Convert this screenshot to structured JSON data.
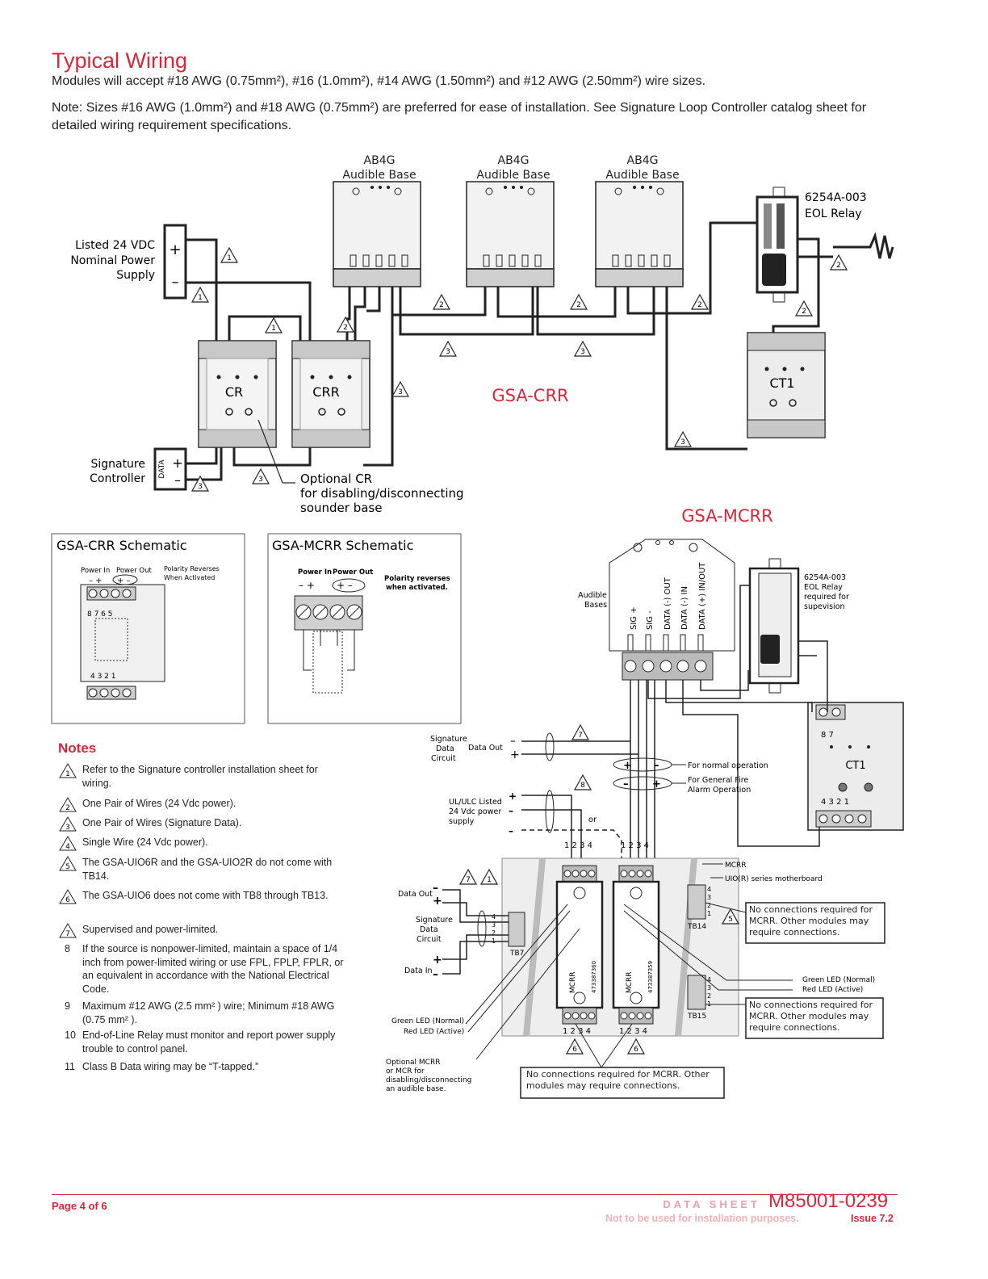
{
  "header": {
    "title": "Typical Wiring",
    "intro1": "Modules will accept #18 AWG (0.75mm²), #16 (1.0mm²), #14 AWG (1.50mm²) and #12 AWG (2.50mm²) wire sizes.",
    "intro2": "Note: Sizes #16 AWG (1.0mm²) and #18 AWG (0.75mm²) are preferred for ease of installation. See Signature Loop Controller catalog sheet for detailed wiring requirement specifications."
  },
  "crr_diagram": {
    "title": "GSA-CRR",
    "base_model": "AB4G",
    "base_name": "Audible Base",
    "eol_model": "6254A-003",
    "eol_name": "EOL Relay",
    "psu_l1": "Listed 24 VDC",
    "psu_l2": "Nominal Power",
    "psu_l3": "Supply",
    "sig_l1": "Signature",
    "sig_l2": "Controller",
    "data": "DATA",
    "cr": "CR",
    "crr": "CRR",
    "ct1": "CT1",
    "opt_l1": "Optional CR",
    "opt_l2": "for disabling/disconnecting",
    "opt_l3": "sounder base",
    "plus": "+",
    "minus": "–"
  },
  "crr_schematic": {
    "title": "GSA-CRR Schematic",
    "power_in": "Power In",
    "power_out": "Power Out",
    "polarity": "Polarity Reverses",
    "polarity2": "When Activated",
    "top_nums": "8   7     6   5",
    "bot_nums": "4   3   2   1"
  },
  "mcrr_schematic": {
    "title": "GSA-MCRR Schematic",
    "power_in": "Power In",
    "power_out": "Power Out",
    "polarity": "Polarity reverses",
    "polarity2": "when activated."
  },
  "mcrr_diagram": {
    "title": "GSA-MCRR",
    "audible": "Audible",
    "bases": "Bases",
    "term_labels": [
      "SIG +",
      "SIG -",
      "DATA (-) OUT",
      "DATA (-) IN",
      "DATA (+) IN/OUT"
    ],
    "eol_l1": "6254A-003",
    "eol_l2": "EOL Relay",
    "eol_l3": "required for",
    "eol_l4": "supevision",
    "ct1": "CT1",
    "ct1_top": "8   7",
    "ct1_bot": "4   3   2   1",
    "sdc_l1": "Signature",
    "sdc_l2": "Data",
    "sdc_l3": "Circuit",
    "data_out": "Data Out",
    "normal_op": "For normal operation",
    "general_l1": "For General Fire",
    "general_l2": "Alarm Operation",
    "ul_l1": "UL/ULC Listed",
    "ul_l2": "24 Vdc power",
    "ul_l3": "supply",
    "or": "or",
    "nums": "1 2 3 4",
    "mcrr": "MCRR",
    "uio": "UIO(R) series motherboard",
    "tb14": "TB14",
    "tb15": "TB15",
    "tb7": "TB7",
    "no_conn1": "No connections required for MCRR. Other modules may require connections.",
    "no_conn2": "No connections required for MCRR. Other modules may require connections.",
    "no_conn3": "No connections required for MCRR. Other modules may require connections.",
    "green_led": "Green LED (Normal)",
    "red_led": "Red LED (Active)",
    "data_in": "Data In",
    "opt_l1": "Optional MCRR",
    "opt_l2": "or MCR for",
    "opt_l3": "disabling/disconnecting",
    "opt_l4": "an audible base.",
    "part1": "473387360",
    "part2": "473387359"
  },
  "notes": {
    "title": "Notes",
    "items": [
      {
        "mark": "1",
        "text": "Refer to the Signature controller installation sheet for wiring."
      },
      {
        "mark": "2",
        "text": "One Pair of Wires (24 Vdc power)."
      },
      {
        "mark": "3",
        "text": "One Pair of Wires (Signature Data)."
      },
      {
        "mark": "4",
        "text": "Single Wire (24 Vdc power)."
      },
      {
        "mark": "5",
        "text": "The GSA-UIO6R and the GSA-UIO2R do not come with TB14."
      },
      {
        "mark": "6",
        "text": "The GSA-UIO6 does not come with TB8 through TB13."
      },
      {
        "mark": "7",
        "text": "Supervised and power-limited."
      },
      {
        "mark": "8",
        "text": "If the source is nonpower-limited, maintain a space of 1/4 inch from power-limited wiring or use FPL, FPLP, FPLR, or an equivalent in accordance with the National Electrical Code."
      },
      {
        "mark": "9",
        "text": "Maximum #12 AWG (2.5 mm² ) wire; Minimum  #18 AWG (0.75 mm² )."
      },
      {
        "mark": "10",
        "text": "End-of-Line Relay must monitor and report power supply trouble to control panel."
      },
      {
        "mark": "11",
        "text": "Class B Data wiring may be “T-tapped.”"
      }
    ]
  },
  "footer": {
    "page": "Page 4 of 6",
    "label": "DATA SHEET",
    "doc": "M85001-0239",
    "disclaimer": "Not to be used for installation purposes.",
    "issue": "Issue 7.2"
  }
}
